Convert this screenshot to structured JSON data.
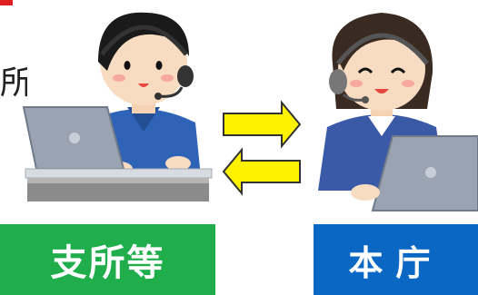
{
  "left_label": "支所等",
  "right_label": "本庁",
  "partial_text": "所",
  "colors": {
    "left_label_bg": "#1fae4b",
    "right_label_bg": "#0a68c4",
    "arrow_fill": "#fff200",
    "arrow_stroke": "#333333"
  },
  "icons": {
    "left_person": "male-operator-with-headset-illustration",
    "right_person": "female-operator-with-headset-illustration",
    "arrows": "bidirectional-arrows"
  }
}
